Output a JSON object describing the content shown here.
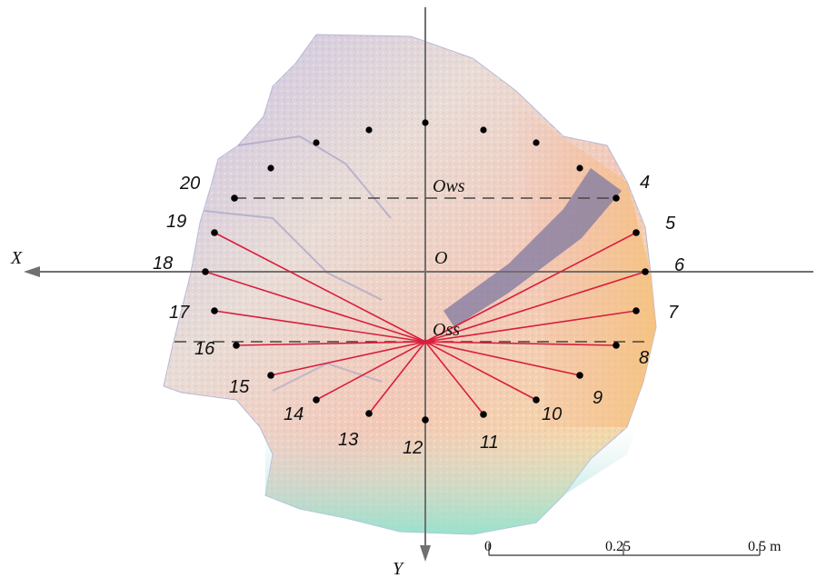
{
  "axes": {
    "x_label": "X",
    "y_label": "Y",
    "origin_label": "O",
    "ows_label": "Ows",
    "oss_label": "Oss"
  },
  "points": [
    {
      "id": "4",
      "label": "4"
    },
    {
      "id": "5",
      "label": "5"
    },
    {
      "id": "6",
      "label": "6"
    },
    {
      "id": "7",
      "label": "7"
    },
    {
      "id": "8",
      "label": "8"
    },
    {
      "id": "9",
      "label": "9"
    },
    {
      "id": "10",
      "label": "10"
    },
    {
      "id": "11",
      "label": "11"
    },
    {
      "id": "12",
      "label": "12"
    },
    {
      "id": "13",
      "label": "13"
    },
    {
      "id": "14",
      "label": "14"
    },
    {
      "id": "15",
      "label": "15"
    },
    {
      "id": "16",
      "label": "16"
    },
    {
      "id": "17",
      "label": "17"
    },
    {
      "id": "18",
      "label": "18"
    },
    {
      "id": "19",
      "label": "19"
    },
    {
      "id": "20",
      "label": "20"
    }
  ],
  "scale_bar": {
    "ticks": [
      "0",
      "0.25",
      "0.5 m"
    ]
  },
  "colors": {
    "ray": "#d81e3c",
    "axis": "#707070",
    "dashed": "#444444",
    "point": "#000000"
  }
}
